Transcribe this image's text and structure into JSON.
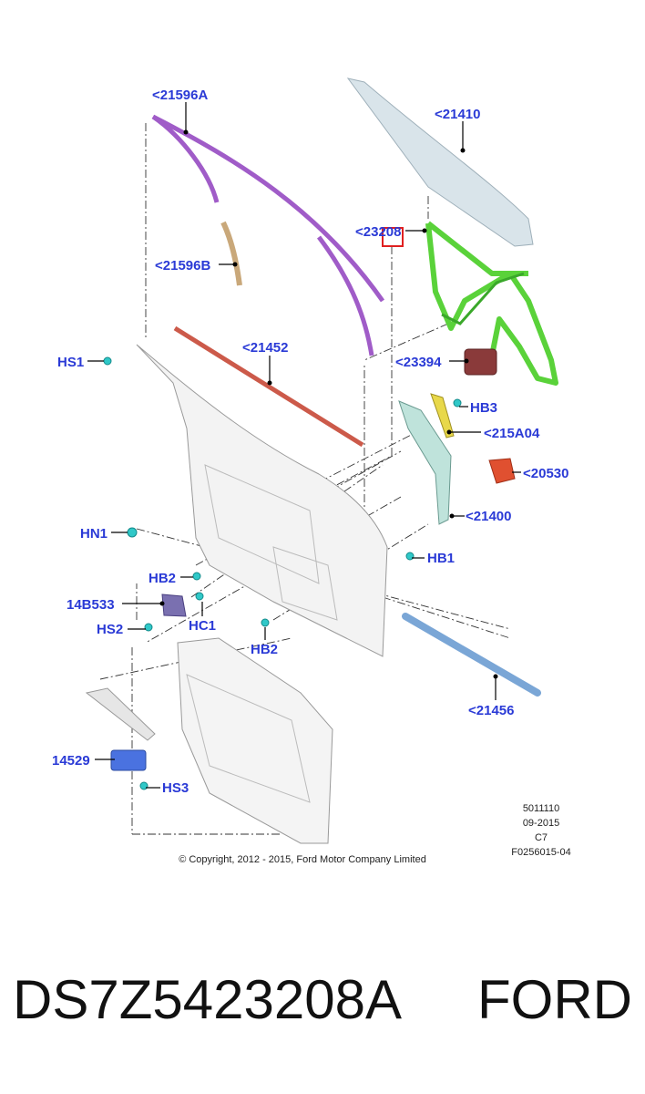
{
  "diagram": {
    "callouts": {
      "c21596A": "<21596A",
      "c21410": "<21410",
      "c23208": "<23208",
      "c21596B": "<21596B",
      "c21452": "<21452",
      "c23394": "<23394",
      "cHB3": "HB3",
      "c215A04": "<215A04",
      "c20530": "<20530",
      "c21400": "<21400",
      "cHS1": "HS1",
      "cHN1": "HN1",
      "cHB1": "HB1",
      "cHB2a": "HB2",
      "c14B533": "14B533",
      "cHS2": "HS2",
      "cHC1": "HC1",
      "cHB2b": "HB2",
      "c21456": "<21456",
      "c14529": "14529",
      "cHS3": "HS3"
    },
    "ref_block": [
      "5011110",
      "09-2015",
      "C7",
      "F0256015-04"
    ],
    "copyright": "© Copyright, 2012 - 2015, Ford Motor Company Limited",
    "colors": {
      "callout_text": "#2a3ad6",
      "highlight_box": "#e02020",
      "weatherstrip_upper": "#a05cc8",
      "glass": "#d9e4ea",
      "regulator": "#5ad23a",
      "belt_outer": "#cc5a4a",
      "belt_inner": "#7aa6d6",
      "motor": "#8a3a3a",
      "latch_cover": "#e05030",
      "fastener": "#30c8c8"
    }
  },
  "footer": {
    "part_number": "DS7Z5423208A",
    "brand": "FORD"
  }
}
